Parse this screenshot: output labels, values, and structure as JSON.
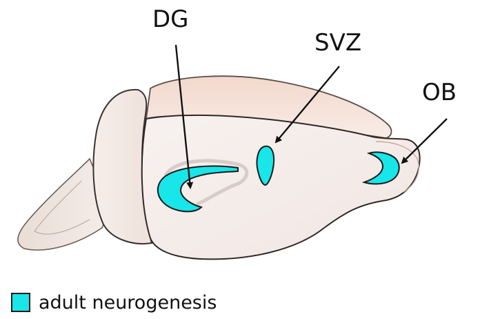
{
  "labels": {
    "dg": "DG",
    "svz": "SVZ",
    "ob": "OB"
  },
  "legend": {
    "label": "adult neurogenesis",
    "color": "#18e6e9"
  },
  "colors": {
    "neurogenic_region": "#18e6e9",
    "cortex_top": "#f3dcd2",
    "brain_body": "#f5efed",
    "outline": "#2a2a2a",
    "arrow": "#111111"
  }
}
